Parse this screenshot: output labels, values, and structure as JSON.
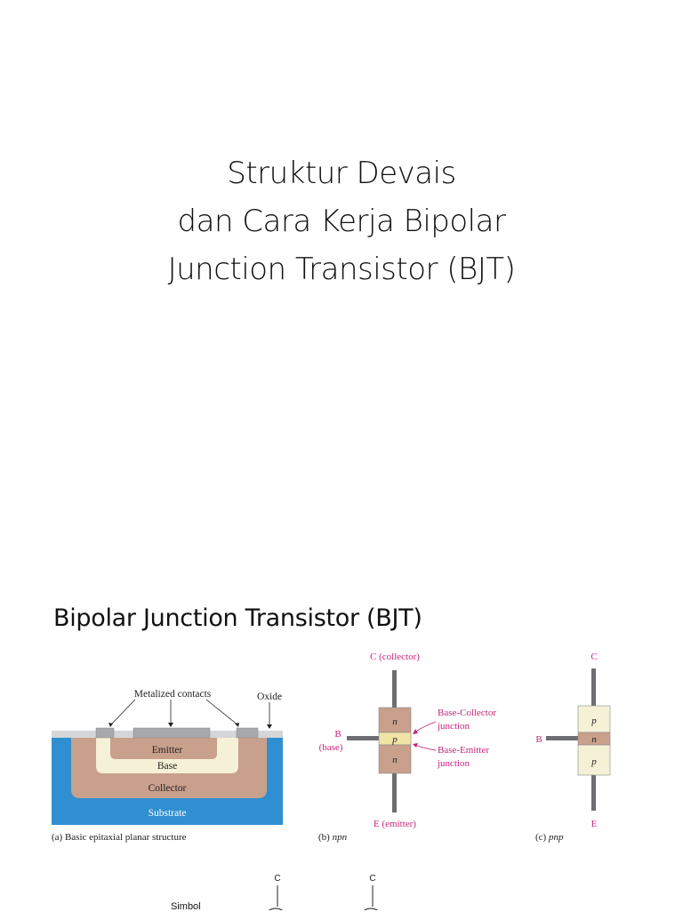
{
  "slide1": {
    "title_lines": [
      "Struktur Devais",
      "dan Cara Kerja Bipolar",
      "Junction Transistor (BJT)"
    ]
  },
  "slide2": {
    "heading": "Bipolar Junction Transistor (BJT)",
    "figure_a": {
      "metalized_contacts": "Metalized contacts",
      "oxide": "Oxide",
      "emitter": "Emitter",
      "base": "Base",
      "collector": "Collector",
      "substrate": "Substrate",
      "caption": "(a) Basic epitaxial planar structure",
      "colors": {
        "substrate": "#2f8fd0",
        "collector": "#c9a08c",
        "base": "#f5f1d7",
        "emitter": "#c9a08c",
        "oxide": "#d4d6d8",
        "metal": "#a7a9ac"
      }
    },
    "figure_b": {
      "collector": "C (collector)",
      "base_letter": "B",
      "base_word": "(base)",
      "emitter": "E (emitter)",
      "region_top": "n",
      "region_mid": "p",
      "region_bottom": "n",
      "bc_junction_1": "Base-Collector",
      "bc_junction_2": "junction",
      "be_junction_1": "Base-Emitter",
      "be_junction_2": "junction",
      "caption_prefix": "(b) ",
      "caption_type": "npn"
    },
    "figure_c": {
      "collector": "C",
      "base": "B",
      "emitter": "E",
      "region_top": "p",
      "region_mid": "n",
      "region_bottom": "p",
      "caption_prefix": "(c) ",
      "caption_type": "pnp"
    },
    "symbols": {
      "label": "Simbol",
      "c1": "C",
      "c2": "C"
    },
    "label_color": "#c8247a"
  }
}
